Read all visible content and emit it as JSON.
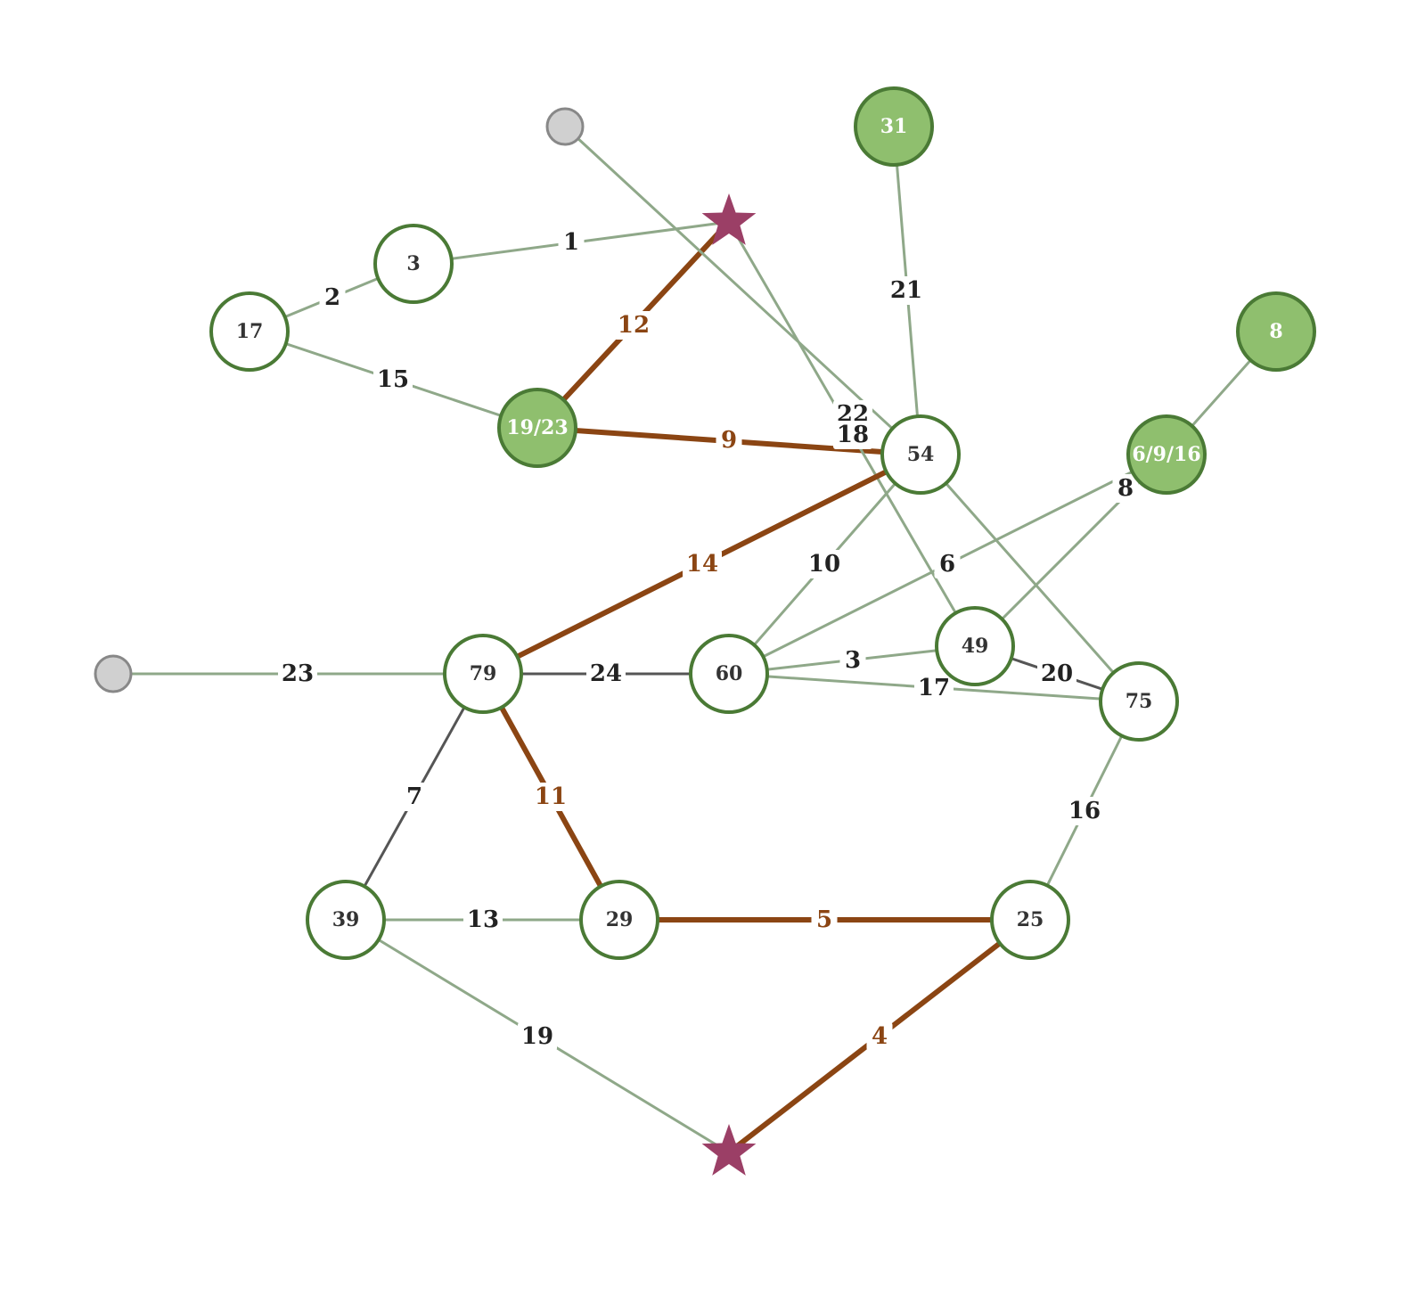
{
  "colors": {
    "node_stroke": "#4a7a35",
    "node_fill": "#ffffff",
    "filled_node_fill": "#8fbf6e",
    "filled_node_text": "#ffffff",
    "plain_node_text": "#333333",
    "terminal_fill": "#d0d0d0",
    "terminal_stroke": "#888888",
    "star_fill": "#9b3f66",
    "edge_light": "#8fa889",
    "edge_dark": "#555555",
    "edge_path": "#8b4513",
    "label_dark": "#222222",
    "label_path": "#8b4513"
  },
  "nodes": [
    {
      "id": "n17",
      "label": "17",
      "kind": "plain"
    },
    {
      "id": "n3",
      "label": "3",
      "kind": "plain"
    },
    {
      "id": "n19_23",
      "label": "19/23",
      "kind": "filled"
    },
    {
      "id": "n31",
      "label": "31",
      "kind": "filled"
    },
    {
      "id": "n8",
      "label": "8",
      "kind": "filled"
    },
    {
      "id": "n54",
      "label": "54",
      "kind": "plain"
    },
    {
      "id": "n6_9_16",
      "label": "6/9/16",
      "kind": "filled"
    },
    {
      "id": "n79",
      "label": "79",
      "kind": "plain"
    },
    {
      "id": "n60",
      "label": "60",
      "kind": "plain"
    },
    {
      "id": "n49",
      "label": "49",
      "kind": "plain"
    },
    {
      "id": "n75",
      "label": "75",
      "kind": "plain"
    },
    {
      "id": "n39",
      "label": "39",
      "kind": "plain"
    },
    {
      "id": "n29",
      "label": "29",
      "kind": "plain"
    },
    {
      "id": "n25",
      "label": "25",
      "kind": "plain"
    },
    {
      "id": "t_top",
      "label": "",
      "kind": "terminal"
    },
    {
      "id": "t_left",
      "label": "",
      "kind": "terminal"
    },
    {
      "id": "s_top",
      "label": "",
      "kind": "star"
    },
    {
      "id": "s_bottom",
      "label": "",
      "kind": "star"
    }
  ],
  "edges": [
    {
      "from": "n3",
      "to": "s_top",
      "label": "1",
      "style": "light"
    },
    {
      "from": "n17",
      "to": "n3",
      "label": "2",
      "style": "light"
    },
    {
      "from": "n17",
      "to": "n19_23",
      "label": "15",
      "style": "light"
    },
    {
      "from": "n19_23",
      "to": "s_top",
      "label": "12",
      "style": "path"
    },
    {
      "from": "n19_23",
      "to": "n54",
      "label": "9",
      "style": "path"
    },
    {
      "from": "t_top",
      "to": "n54",
      "label": "22",
      "style": "light"
    },
    {
      "from": "s_top",
      "to": "n49",
      "label": "18",
      "style": "light"
    },
    {
      "from": "n31",
      "to": "n54",
      "label": "21",
      "style": "light"
    },
    {
      "from": "n8",
      "to": "n6_9_16",
      "label": "",
      "style": "light"
    },
    {
      "from": "n6_9_16",
      "to": "n49",
      "label": "8",
      "style": "light"
    },
    {
      "from": "n54",
      "to": "n79",
      "label": "14",
      "style": "path"
    },
    {
      "from": "n54",
      "to": "n60",
      "label": "10",
      "style": "light"
    },
    {
      "from": "n54",
      "to": "n75",
      "label": "",
      "style": "light"
    },
    {
      "from": "n6_9_16",
      "to": "n60",
      "label": "6",
      "style": "light"
    },
    {
      "from": "n60",
      "to": "n49",
      "label": "3",
      "style": "light"
    },
    {
      "from": "n60",
      "to": "n75",
      "label": "17",
      "style": "light"
    },
    {
      "from": "n49",
      "to": "n75",
      "label": "20",
      "style": "dark"
    },
    {
      "from": "t_left",
      "to": "n79",
      "label": "23",
      "style": "light"
    },
    {
      "from": "n79",
      "to": "n60",
      "label": "24",
      "style": "dark"
    },
    {
      "from": "n79",
      "to": "n39",
      "label": "7",
      "style": "dark"
    },
    {
      "from": "n79",
      "to": "n29",
      "label": "11",
      "style": "path"
    },
    {
      "from": "n75",
      "to": "n25",
      "label": "16",
      "style": "light"
    },
    {
      "from": "n39",
      "to": "n29",
      "label": "13",
      "style": "light"
    },
    {
      "from": "n29",
      "to": "n25",
      "label": "5",
      "style": "path"
    },
    {
      "from": "n39",
      "to": "s_bottom",
      "label": "19",
      "style": "light"
    },
    {
      "from": "n25",
      "to": "s_bottom",
      "label": "4",
      "style": "path"
    }
  ]
}
